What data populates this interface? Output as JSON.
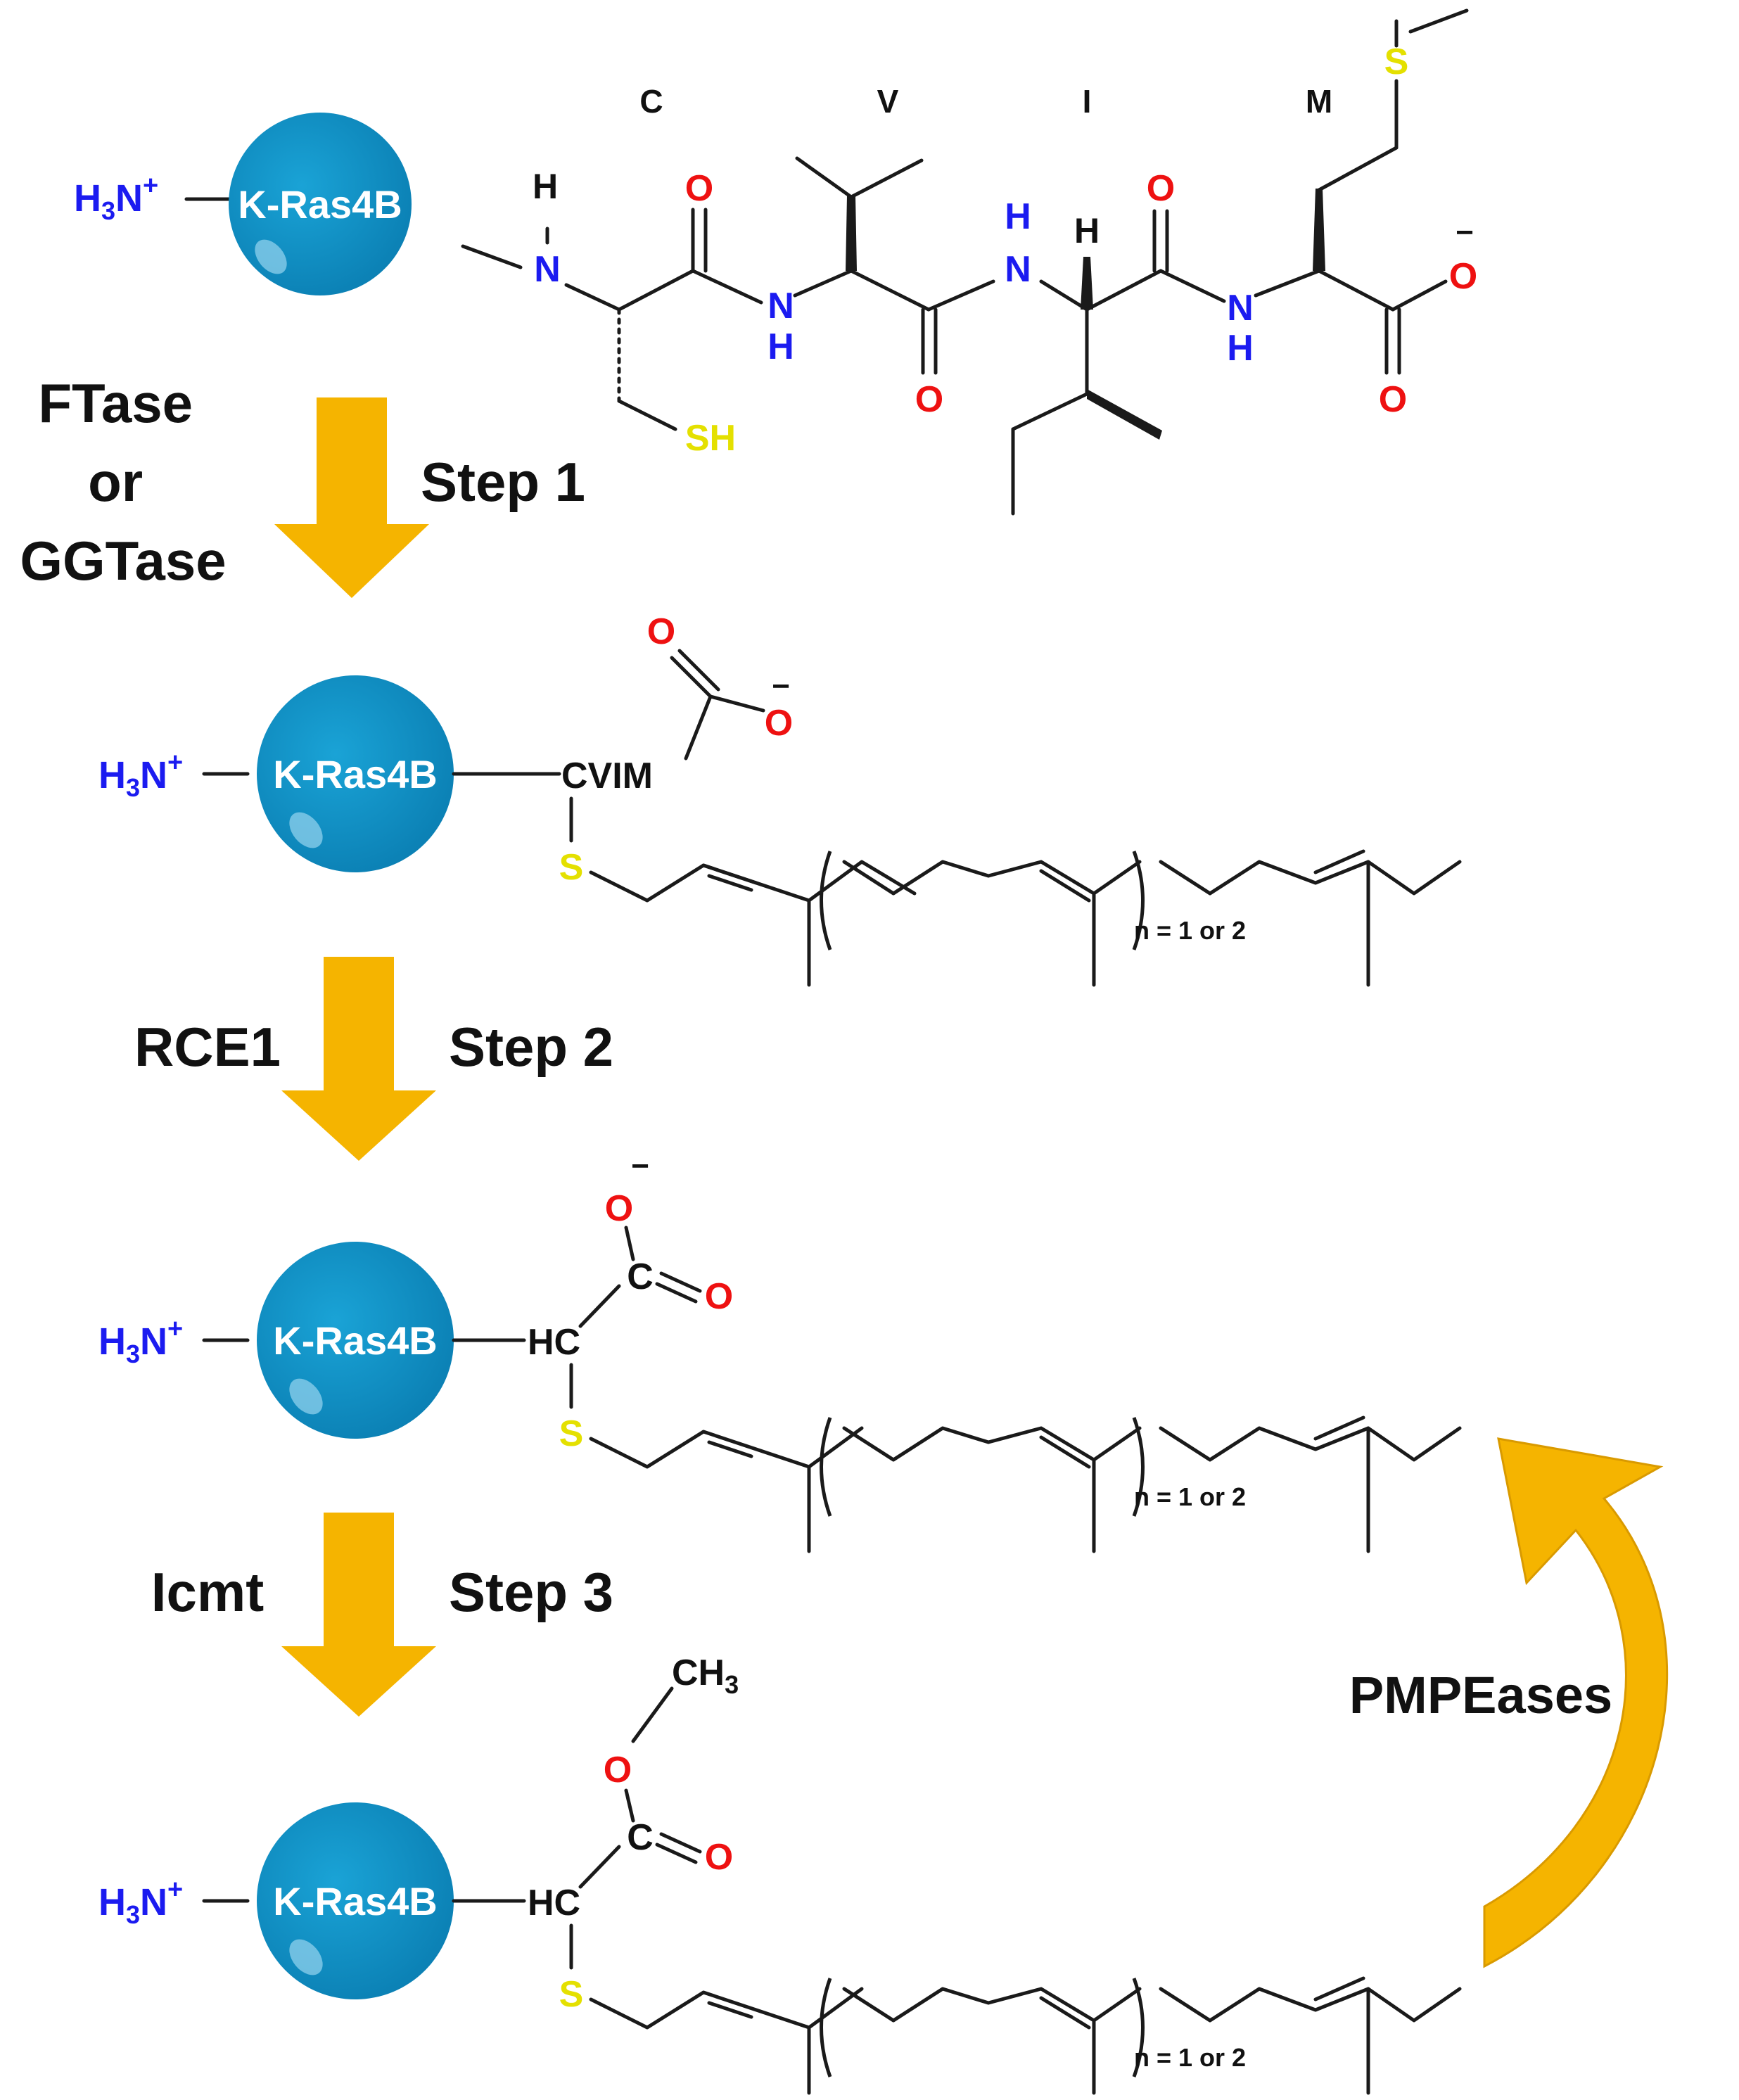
{
  "colors": {
    "protein": "#0e8fc4",
    "protein_highlight": "#8fd0ec",
    "arrow": "#f5b400",
    "arrow_dark": "#d99a00",
    "nitrogen": "#1b1bf0",
    "oxygen": "#ee1111",
    "sulfur": "#e4e000",
    "text": "#111111"
  },
  "protein_label": "K-Ras4B",
  "n_terminus": {
    "main": "H",
    "sub": "3",
    "n": "N",
    "charge": "+"
  },
  "residues": {
    "c": "C",
    "v": "V",
    "i": "I",
    "m": "M"
  },
  "atoms": {
    "h": "H",
    "n": "N",
    "o": "O",
    "s": "S",
    "sh": "SH",
    "minus": "−",
    "c": "C",
    "hc": "HC",
    "cvim": "CVIM",
    "ch3_main": "CH",
    "ch3_sub": "3"
  },
  "repeat_label": "n = 1 or 2",
  "steps": [
    {
      "enzyme_lines": [
        "FTase",
        "or",
        "GGTase"
      ],
      "step": "Step 1"
    },
    {
      "enzyme": "RCE1",
      "step": "Step 2"
    },
    {
      "enzyme": "Icmt",
      "step": "Step 3"
    }
  ],
  "recycle_enzyme": "PMPEases"
}
